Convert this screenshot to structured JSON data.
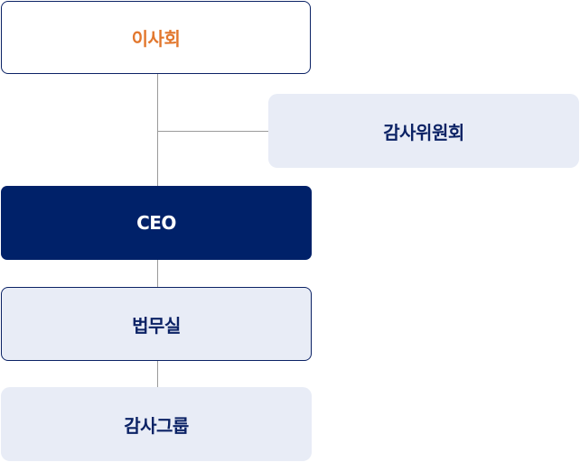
{
  "org_chart": {
    "board": {
      "label": "이사회"
    },
    "audit_committee": {
      "label": "감사위원회"
    },
    "ceo": {
      "label": "CEO"
    },
    "legal_office": {
      "label": "법무실"
    },
    "audit_group": {
      "label": "감사그룹"
    }
  },
  "colors": {
    "navy": "#002169",
    "accent_orange": "#e2772d",
    "light_box": "#e8ecf6",
    "connector": "#9a9a9a"
  }
}
